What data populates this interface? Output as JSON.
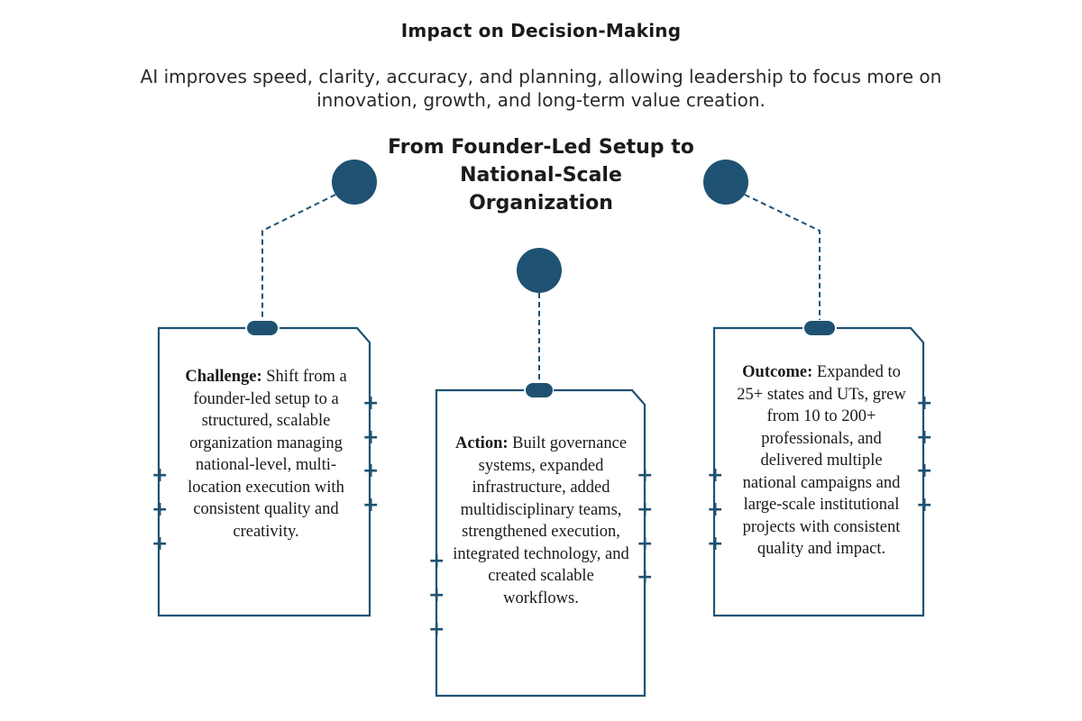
{
  "header": {
    "title": "Impact on Decision-Making",
    "subtitle": "AI improves speed, clarity, accuracy, and planning, allowing leadership to focus more on innovation, growth, and long-term value creation."
  },
  "diagram": {
    "title": "From Founder-Led Setup to National-Scale Organization",
    "accent_color": "#1f5272",
    "cards": [
      {
        "label": "Challenge:",
        "text": "Shift from a founder-led setup to a structured, scalable organization managing national-level, multi-location execution with consistent quality and creativity."
      },
      {
        "label": "Action:",
        "text": "Built governance systems, expanded infrastructure, added multidisciplinary teams, strengthened execution, integrated technology, and created scalable workflows."
      },
      {
        "label": "Outcome:",
        "text": "Expanded to 25+ states and UTs, grew from 10 to 200+ professionals, and delivered multiple national campaigns and large-scale institutional projects with consistent quality and impact."
      }
    ],
    "plus_glyph": "+"
  }
}
